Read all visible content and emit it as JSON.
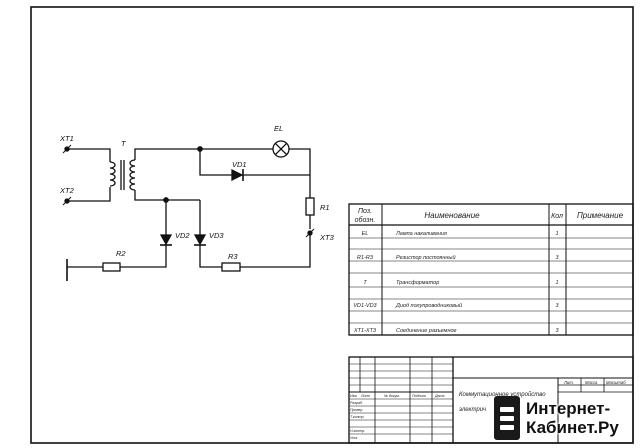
{
  "labels": {
    "xt1": "XT1",
    "xt2": "XT2",
    "t": "T",
    "el": "EL",
    "vd1": "VD1",
    "vd2": "VD2",
    "vd3": "VD3",
    "r1": "R1",
    "r2": "R2",
    "r3": "R3",
    "xt3": "XT3"
  },
  "parts_list": {
    "headers": {
      "pos": [
        "Поз.",
        "обозн."
      ],
      "name": "Наименование",
      "qty": "Кол",
      "note": "Примечание"
    },
    "rows": [
      {
        "pos": "EL",
        "name": "Лампа накаливания",
        "qty": "1"
      },
      {
        "pos": "R1-R3",
        "name": "Резистор постоянный",
        "qty": "3"
      },
      {
        "pos": "T",
        "name": "Трансформатор",
        "qty": "1"
      },
      {
        "pos": "VD1-VD3",
        "name": "Диод полупроводниковый",
        "qty": "3"
      },
      {
        "pos": "XT1-XT3",
        "name": "Соединение разъемное",
        "qty": "3"
      }
    ]
  },
  "title_block": {
    "title_line1": "Коммутационное устройство",
    "title_line2": "электрич",
    "col_headers": [
      "Изм",
      "Лист",
      "№ докум.",
      "Подпись",
      "Дата"
    ],
    "roles": [
      "Разраб.",
      "Провер.",
      "Т.контр.",
      "Н.контр.",
      "Утв."
    ],
    "stage_headers": [
      "Лит.",
      "Масса",
      "Масштаб"
    ]
  },
  "watermark": {
    "line1": "Интернет-",
    "line2": "Кабинет.Ру"
  }
}
